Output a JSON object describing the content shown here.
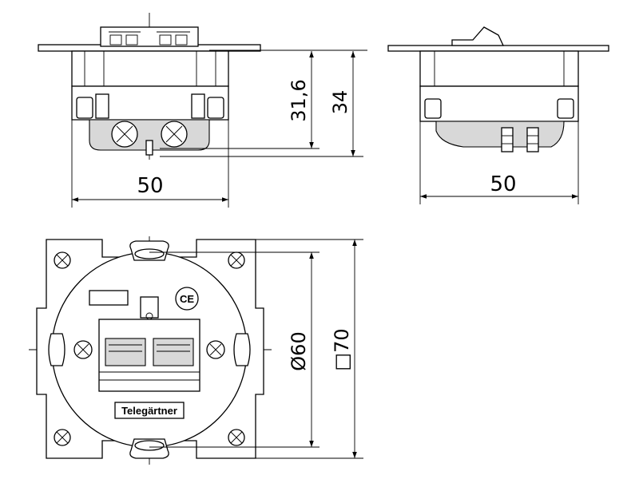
{
  "dimensions": {
    "front_width": "50",
    "front_height_inner": "31,6",
    "front_height_outer": "34",
    "side_width": "50",
    "top_diameter": "Ø60",
    "top_square": "□70"
  },
  "labels": {
    "brand": "Telegärtner",
    "ce_mark": "CE"
  },
  "colors": {
    "line": "#000000",
    "background": "#ffffff",
    "shade": "#d8d8d8"
  }
}
